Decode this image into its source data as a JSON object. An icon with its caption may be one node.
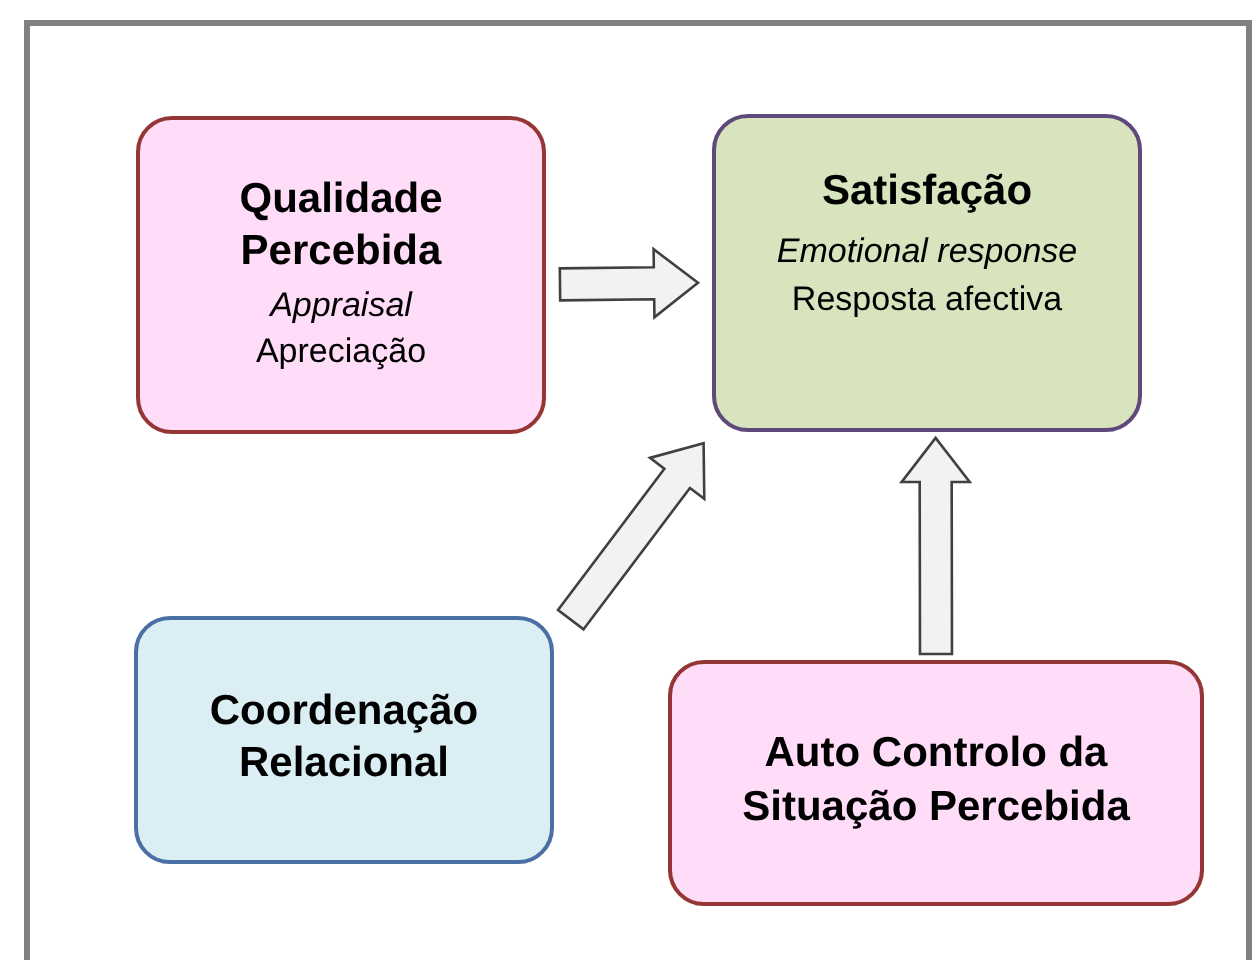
{
  "diagram": {
    "nodes": [
      {
        "text": [
          "Qualidade Percebida",
          "Appraisal",
          "Apreciação"
        ]
      },
      {
        "text": [
          "Satisfação",
          "Emotional response",
          "Resposta afectiva"
        ]
      },
      {
        "text": [
          "Coordenação Relacional"
        ]
      },
      {
        "text": [
          "Auto Controlo da Situação Percebida"
        ]
      }
    ],
    "edges": [
      {
        "from": 0,
        "to": 1,
        "arrow": "to"
      },
      {
        "from": 2,
        "to": 1,
        "arrow": "to"
      },
      {
        "from": 3,
        "to": 1,
        "arrow": "to"
      }
    ]
  }
}
